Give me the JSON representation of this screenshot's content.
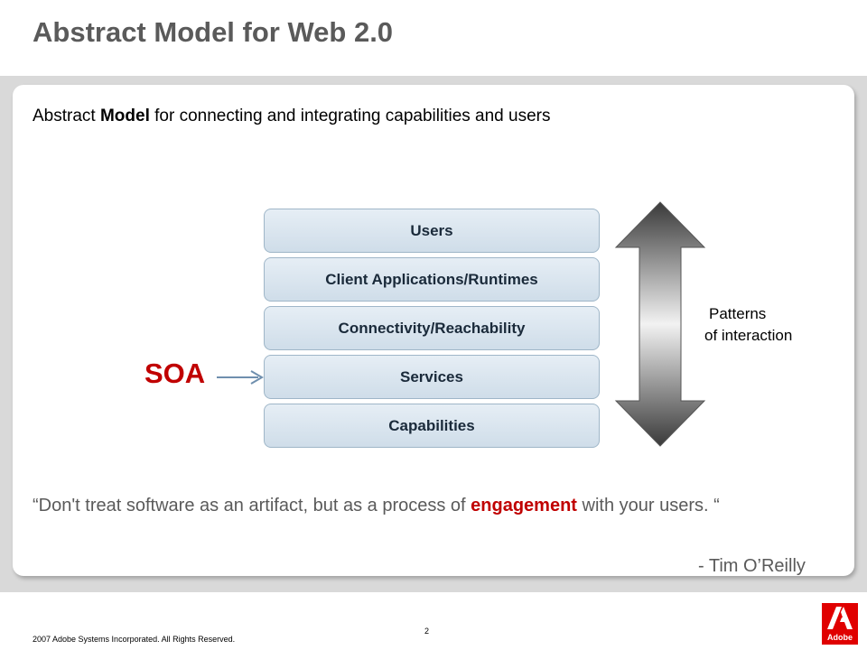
{
  "slide": {
    "title": "Abstract Model for Web 2.0",
    "subtitle_pre": "Abstract ",
    "subtitle_bold": "Model",
    "subtitle_post": " for connecting and integrating capabilities and users"
  },
  "stack": {
    "layers": [
      "Users",
      "Client Applications/Runtimes",
      "Connectivity/Reachability",
      "Services",
      "Capabilities"
    ],
    "pointer_label": "SOA",
    "pointer_target": "Services"
  },
  "interaction": {
    "line1": "Patterns",
    "line2": "of interaction"
  },
  "quote": {
    "open": "“Don't treat software as an artifact, but as a process of ",
    "highlight": "engagement",
    "close": " with your users. “",
    "author": "- Tim O’Reilly"
  },
  "footer": {
    "copyright": "2007 Adobe Systems Incorporated.  All Rights Reserved.",
    "page_number": "2",
    "logo_text": "Adobe"
  },
  "colors": {
    "accent_red": "#c00000",
    "title_gray": "#5a5a5a",
    "layer_fill": "#dbe6ef",
    "band_gray": "#d9d9d9"
  }
}
